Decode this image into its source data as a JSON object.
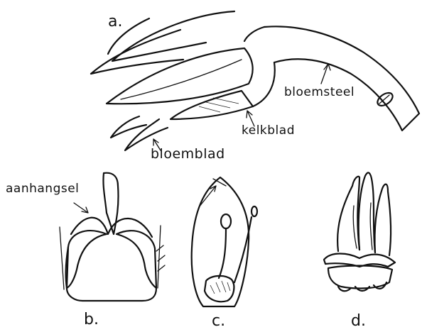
{
  "figure_letters": {
    "a": "a.",
    "b": "b.",
    "c": "c.",
    "d": "d."
  },
  "labels": {
    "bloemsteel": "bloemsteel",
    "kelkblad": "kelkblad",
    "bloemblad": "bloemblad",
    "aanhangsel": "aanhangsel"
  },
  "colors": {
    "ink": "#111111",
    "paper": "#ffffff"
  }
}
